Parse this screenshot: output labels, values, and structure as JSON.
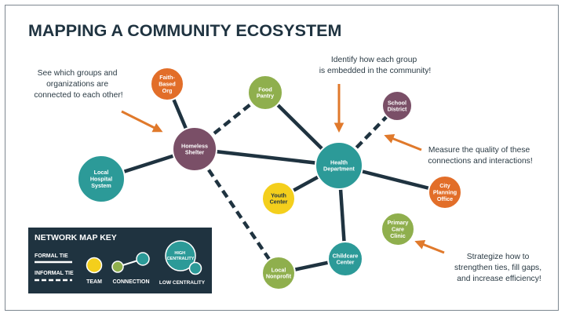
{
  "title": "MAPPING A COMMUNITY ECOSYSTEM",
  "colors": {
    "title": "#1f3340",
    "line": "#1f3340",
    "arrow": "#e0792b",
    "annotation": "#2a3a44",
    "key_bg": "#1f3340",
    "purple": "#7a4f67",
    "teal": "#2c9a98",
    "olive": "#8faf4d",
    "orange": "#e26e29",
    "yellow": "#f4cf1c"
  },
  "nodes": [
    {
      "id": "faith",
      "label": [
        "Faith-",
        "Based",
        "Org"
      ],
      "color": "orange"
    },
    {
      "id": "food",
      "label": [
        "Food",
        "Pantry"
      ],
      "color": "olive"
    },
    {
      "id": "school",
      "label": [
        "School",
        "District"
      ],
      "color": "purple"
    },
    {
      "id": "shelter",
      "label": [
        "Homeless",
        "Shelter"
      ],
      "color": "purple"
    },
    {
      "id": "hospital",
      "label": [
        "Local",
        "Hospital",
        "System"
      ],
      "color": "teal"
    },
    {
      "id": "health",
      "label": [
        "Health",
        "Department"
      ],
      "color": "teal"
    },
    {
      "id": "youth",
      "label": [
        "Youth",
        "Center"
      ],
      "color": "yellow"
    },
    {
      "id": "city",
      "label": [
        "City",
        "Planning",
        "Office"
      ],
      "color": "orange"
    },
    {
      "id": "primary",
      "label": [
        "Primary",
        "Care",
        "Clinic"
      ],
      "color": "olive"
    },
    {
      "id": "childcare",
      "label": [
        "Childcare",
        "Center"
      ],
      "color": "teal"
    },
    {
      "id": "nonprofit",
      "label": [
        "Local",
        "Nonprofit"
      ],
      "color": "olive"
    }
  ],
  "edges": [
    {
      "from": "faith",
      "to": "shelter",
      "type": "formal"
    },
    {
      "from": "shelter",
      "to": "food",
      "type": "informal"
    },
    {
      "from": "shelter",
      "to": "hospital",
      "type": "formal"
    },
    {
      "from": "shelter",
      "to": "health",
      "type": "formal"
    },
    {
      "from": "shelter",
      "to": "nonprofit",
      "type": "informal"
    },
    {
      "from": "food",
      "to": "health",
      "type": "formal"
    },
    {
      "from": "health",
      "to": "school",
      "type": "informal"
    },
    {
      "from": "health",
      "to": "youth",
      "type": "formal"
    },
    {
      "from": "health",
      "to": "city",
      "type": "formal"
    },
    {
      "from": "health",
      "to": "childcare",
      "type": "formal"
    },
    {
      "from": "childcare",
      "to": "nonprofit",
      "type": "formal"
    }
  ],
  "annotations": [
    {
      "id": "see",
      "lines": [
        "See which groups and",
        "organizations are",
        "connected to each other!"
      ]
    },
    {
      "id": "identify",
      "lines": [
        "Identify how each group",
        "is embedded in the community!"
      ]
    },
    {
      "id": "measure",
      "lines": [
        "Measure the quality of these",
        "connections and interactions!"
      ]
    },
    {
      "id": "strategize",
      "lines": [
        "Strategize how to",
        "strengthen ties, fill gaps,",
        "and increase efficiency!"
      ]
    }
  ],
  "key": {
    "title": "NETWORK MAP KEY",
    "formal_tie": "FORMAL TIE",
    "informal_tie": "INFORMAL TIE",
    "team": "TEAM",
    "connection": "CONNECTION",
    "high_centrality": [
      "HIGH",
      "CENTRALITY"
    ],
    "low_centrality": "LOW CENTRALITY"
  }
}
